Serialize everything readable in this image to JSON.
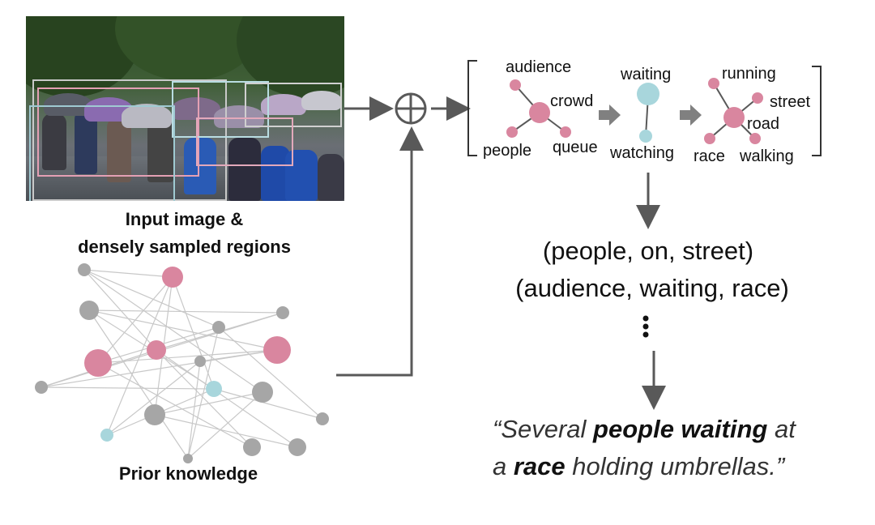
{
  "input_caption": {
    "line1": "Input image &",
    "line2": "densely sampled regions"
  },
  "prior_caption": "Prior knowledge",
  "graph_labels": {
    "g1": {
      "top": "audience",
      "right": "crowd",
      "bottom_left": "people",
      "bottom_right": "queue"
    },
    "g2": {
      "top": "waiting",
      "bottom": "watching"
    },
    "g3": {
      "top": "running",
      "right_top": "street",
      "right": "road",
      "bottom_left": "race",
      "bottom_right": "walking"
    }
  },
  "tuples": {
    "line1": "(people, on, street)",
    "line2": "(audience, waiting, race)"
  },
  "sentence": {
    "l1_open": "“Several ",
    "l1_bold": "people waiting",
    "l1_close": " at",
    "l2_open": "a ",
    "l2_bold": "race",
    "l2_close": " holding umbrellas.”"
  },
  "colors": {
    "pink": "#d9869f",
    "gray": "#a6a6a6",
    "teal": "#a8d6dc",
    "arrow": "#595959"
  }
}
